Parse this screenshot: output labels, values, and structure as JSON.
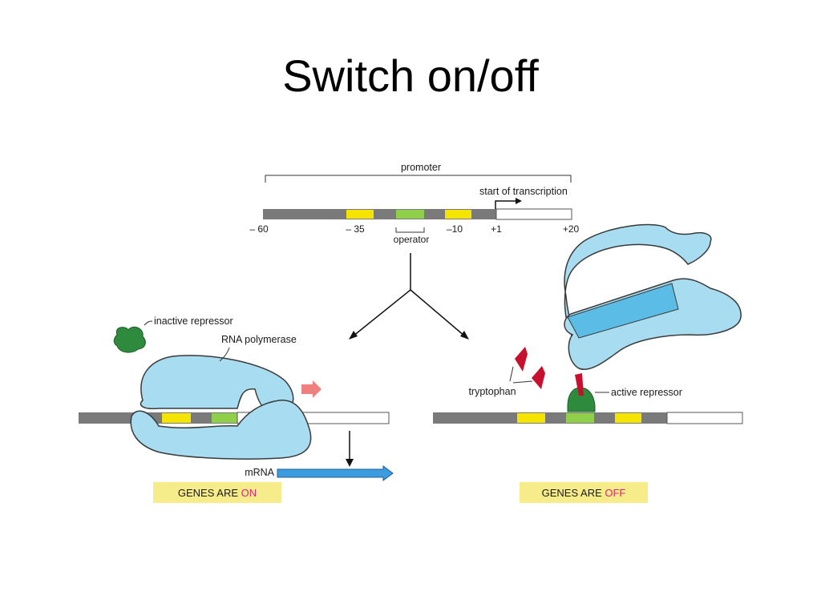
{
  "title": "Switch on/off",
  "promoter": {
    "label": "promoter",
    "start_label": "start of transcription",
    "operator_label": "operator",
    "positions": [
      "– 60",
      "– 35",
      "–10",
      "+1",
      "+20"
    ]
  },
  "genes_on": {
    "inactive_repressor_label": "inactive repressor",
    "rna_polymerase_label": "RNA polymerase",
    "mrna_label": "mRNA",
    "status_prefix": "GENES ARE ",
    "status_value": "ON"
  },
  "genes_off": {
    "tryptophan_label": "tryptophan",
    "active_repressor_label": "active repressor",
    "status_prefix": "GENES ARE ",
    "status_value": "OFF"
  },
  "colors": {
    "dna_gray": "#7a7a7a",
    "box_yellow": "#f5e400",
    "operator_green": "#8fcf4a",
    "polymerase_blue": "#a8dcf0",
    "repressor_green": "#2e8b3e",
    "tryptophan_red": "#c8102e",
    "mrna_blue": "#3d9be0",
    "status_bg": "#f7ec8a",
    "status_accent": "#e0207a"
  }
}
